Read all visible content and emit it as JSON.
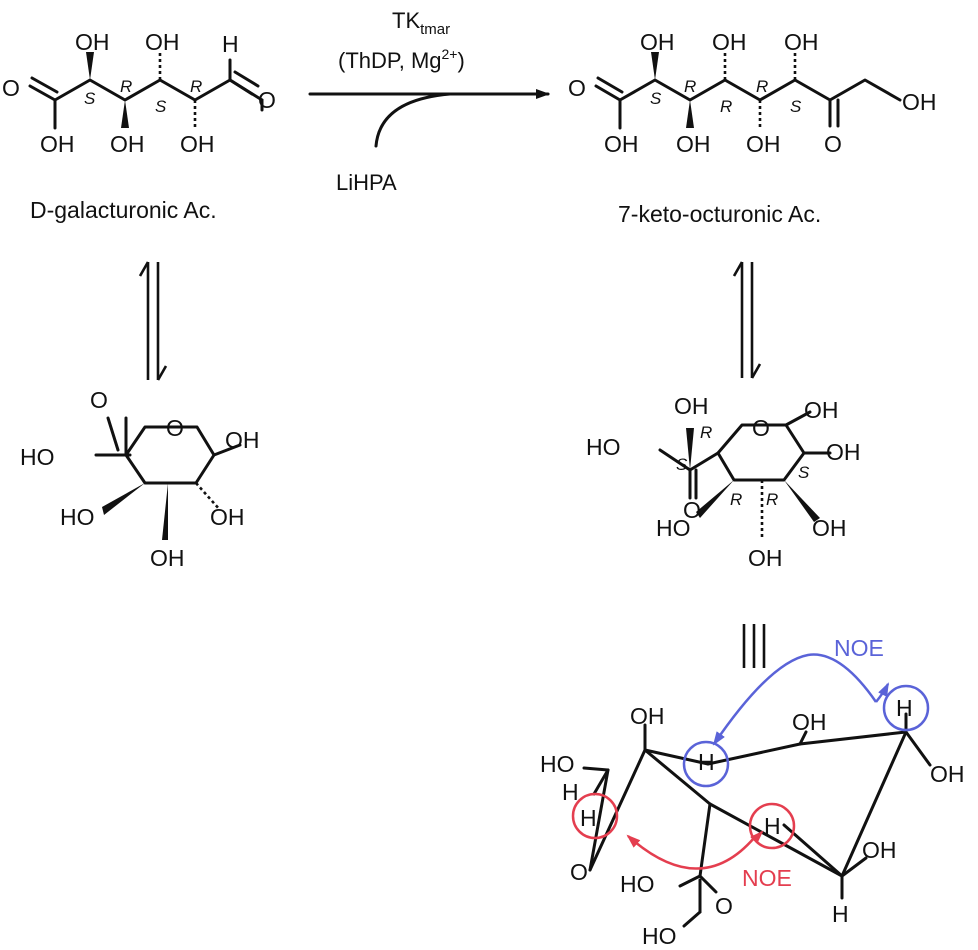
{
  "reaction": {
    "catalyst": "TK",
    "catalyst_sub": "tmar",
    "cofactors_open": "(ThDP, Mg",
    "cofactors_sup": "2+",
    "cofactors_close": ")",
    "donor": "LiHPA"
  },
  "compounds": {
    "substrate_name": "D-galacturonic Ac.",
    "product_name": "7-keto-octuronic Ac."
  },
  "noe": {
    "blue_label": "NOE",
    "red_label": "NOE",
    "blue_color": "#5a63d8",
    "red_color": "#e43e4f"
  },
  "atoms": {
    "OH": "OH",
    "HO": "HO",
    "H": "H",
    "O": "O",
    "R": "R",
    "S": "S"
  }
}
